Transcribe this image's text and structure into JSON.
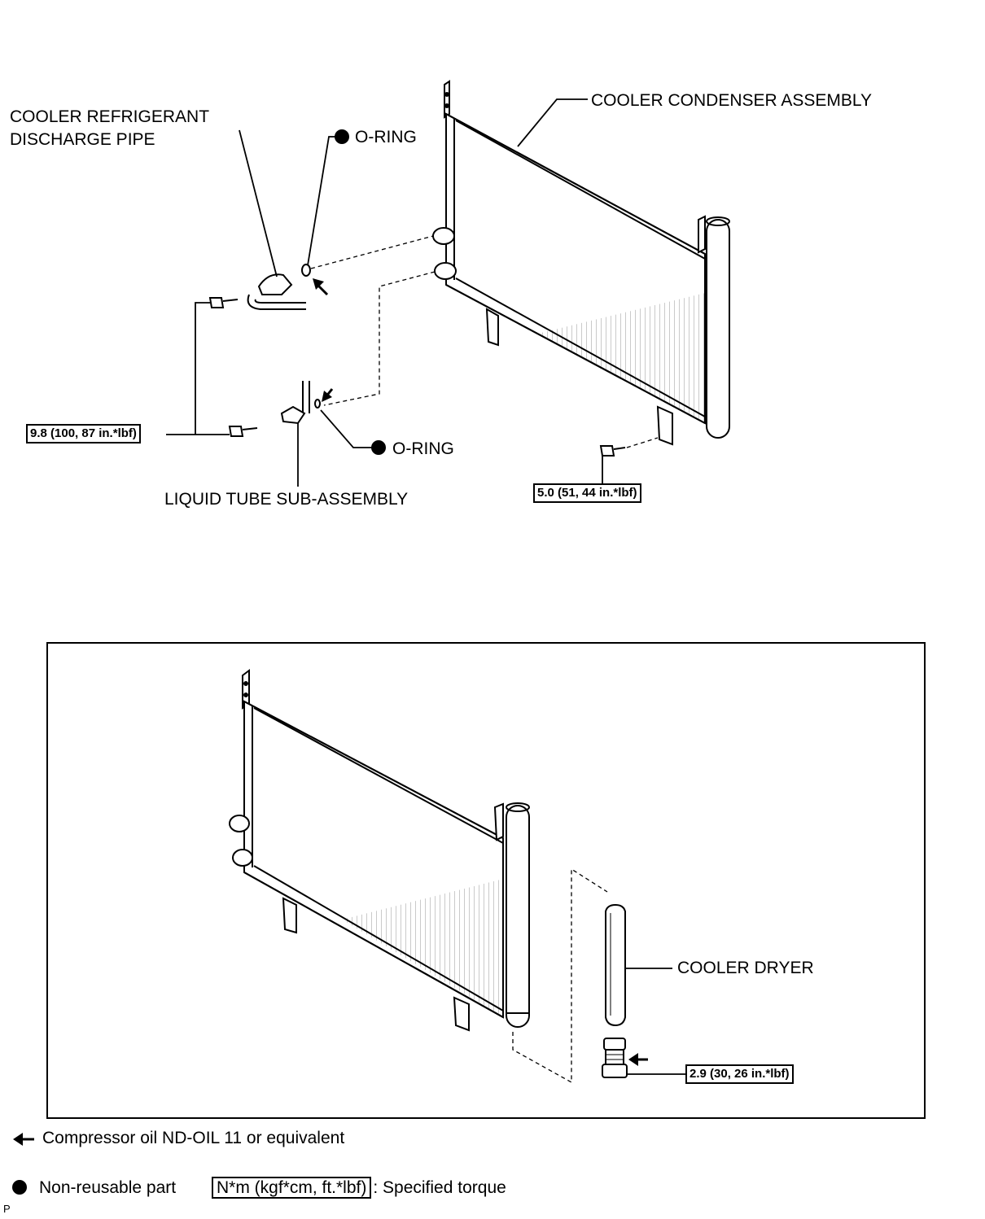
{
  "labels": {
    "discharge_pipe": "COOLER REFRIGERANT\nDISCHARGE PIPE",
    "oring_top": "O-RING",
    "condenser": "COOLER CONDENSER ASSEMBLY",
    "oring_bottom": "O-RING",
    "liquid_tube": "LIQUID TUBE SUB-ASSEMBLY",
    "dryer": "COOLER DRYER"
  },
  "torques": {
    "pipe_bolts": "9.8 (100, 87 in.*lbf)",
    "condenser_bolt": "5.0 (51, 44 in.*lbf)",
    "dryer_plug": "2.9 (30, 26 in.*lbf)"
  },
  "legend": {
    "oil": "Compressor oil ND-OIL 11 or equivalent",
    "nonreusable": "Non-reusable part",
    "torque_unit": "N*m (kgf*cm, ft.*lbf)",
    "torque_text": ": Specified torque"
  },
  "corner_mark": "P"
}
